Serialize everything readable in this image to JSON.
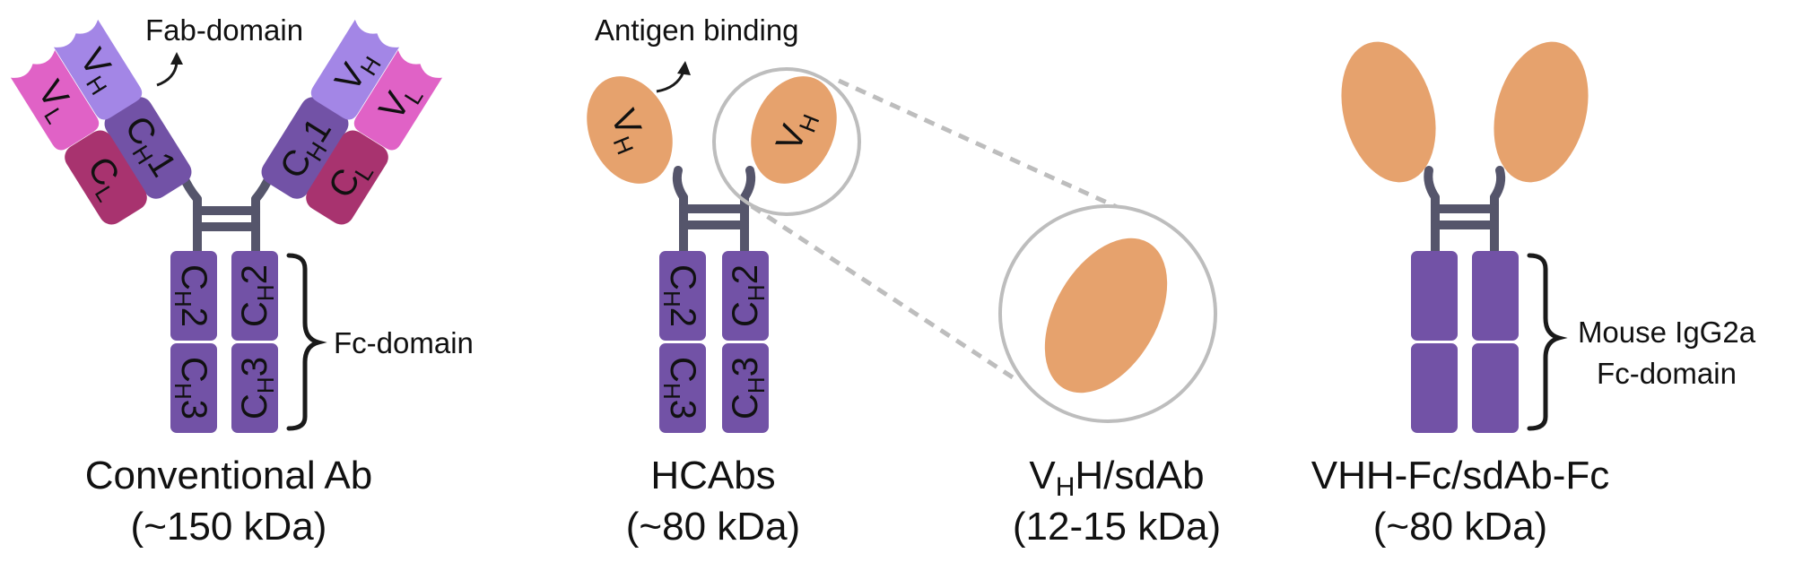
{
  "colors": {
    "hinge": "#55556b",
    "heavy_const": "#7252a6",
    "heavy_var": "#a386e6",
    "light_var": "#e062c6",
    "light_const": "#a8336f",
    "vhh": "#e6a26d",
    "zoom_circle": "#bdbdbd",
    "text": "#111111"
  },
  "annotations": {
    "fab_domain": "Fab-domain",
    "fc_domain": "Fc-domain",
    "antigen_binding": "Antigen binding",
    "mouse_fc_line1": "Mouse IgG2a",
    "mouse_fc_line2": "Fc-domain"
  },
  "domain_labels": {
    "vl_main": "V",
    "vl_sub": "L",
    "cl_main": "C",
    "cl_sub": "L",
    "vh_main": "V",
    "vh_sub": "H",
    "ch1_main": "C",
    "ch1_sub": "H",
    "ch1_num": "1",
    "ch2_main": "C",
    "ch2_sub": "H",
    "ch2_num": "2",
    "ch3_main": "C",
    "ch3_sub": "H",
    "ch3_num": "3"
  },
  "captions": {
    "conventional": {
      "line1": "Conventional Ab",
      "line2": "(~150 kDa)"
    },
    "hcabs": {
      "line1": "HCAbs",
      "line2": "(~80 kDa)"
    },
    "vhh": {
      "main1": "V",
      "sub": "H",
      "main2": "H/sdAb",
      "line2": "(12-15 kDa)"
    },
    "vhh_fc": {
      "line1": "VHH-Fc/sdAb-Fc",
      "line2": "(~80 kDa)"
    }
  }
}
